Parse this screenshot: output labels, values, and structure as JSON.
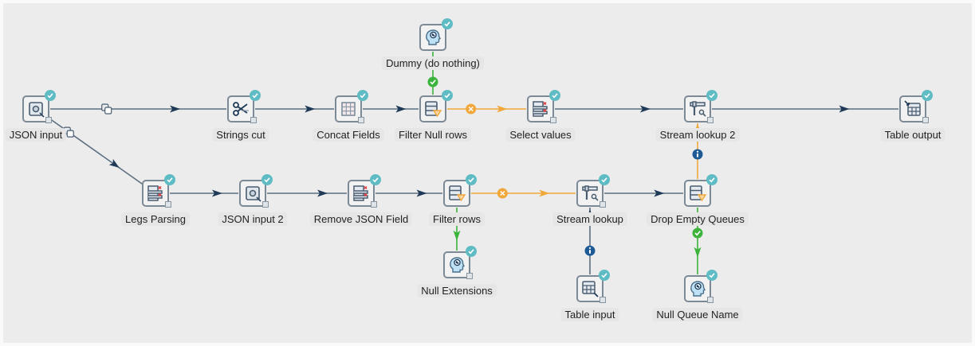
{
  "colors": {
    "canvas_bg": "#ececec",
    "hop_normal": "#5b6f80",
    "hop_arrow": "#1f3a56",
    "hop_error": "#f0a83a",
    "hop_true": "#3cb43c",
    "hop_info": "#1d5a96",
    "check_badge": "#5fbcc4",
    "icon_border": "#7d8a96"
  },
  "nodes": [
    {
      "id": "json_input",
      "label": "JSON input",
      "icon": "json-input-icon"
    },
    {
      "id": "strings_cut",
      "label": "Strings cut",
      "icon": "scissors-icon"
    },
    {
      "id": "concat_fields",
      "label": "Concat Fields",
      "icon": "grid-icon"
    },
    {
      "id": "filter_null_rows",
      "label": "Filter Null rows",
      "icon": "filter-rows-icon"
    },
    {
      "id": "select_values",
      "label": "Select values",
      "icon": "select-values-icon"
    },
    {
      "id": "stream_lookup_2",
      "label": "Stream lookup 2",
      "icon": "stream-lookup-icon"
    },
    {
      "id": "table_output",
      "label": "Table output",
      "icon": "table-output-icon"
    },
    {
      "id": "dummy",
      "label": "Dummy (do nothing)",
      "icon": "dummy-head-icon"
    },
    {
      "id": "legs_parsing",
      "label": "Legs Parsing",
      "icon": "select-values-icon"
    },
    {
      "id": "json_input_2",
      "label": "JSON input 2",
      "icon": "json-input-icon"
    },
    {
      "id": "remove_json_field",
      "label": "Remove JSON Field",
      "icon": "select-values-icon"
    },
    {
      "id": "filter_rows",
      "label": "Filter rows",
      "icon": "filter-rows-icon"
    },
    {
      "id": "stream_lookup",
      "label": "Stream lookup",
      "icon": "stream-lookup-icon"
    },
    {
      "id": "drop_empty_queues",
      "label": "Drop Empty Queues",
      "icon": "filter-rows-icon"
    },
    {
      "id": "null_extensions",
      "label": "Null Extensions",
      "icon": "dummy-head-icon"
    },
    {
      "id": "table_input",
      "label": "Table input",
      "icon": "table-input-icon"
    },
    {
      "id": "null_queue_name",
      "label": "Null Queue Name",
      "icon": "dummy-head-icon"
    }
  ],
  "hops": [
    {
      "from": "json_input",
      "to": "strings_cut",
      "type": "copy"
    },
    {
      "from": "json_input",
      "to": "legs_parsing",
      "type": "copy"
    },
    {
      "from": "strings_cut",
      "to": "concat_fields",
      "type": "normal"
    },
    {
      "from": "concat_fields",
      "to": "filter_null_rows",
      "type": "normal"
    },
    {
      "from": "filter_null_rows",
      "to": "dummy",
      "type": "true"
    },
    {
      "from": "filter_null_rows",
      "to": "select_values",
      "type": "false"
    },
    {
      "from": "select_values",
      "to": "stream_lookup_2",
      "type": "normal"
    },
    {
      "from": "stream_lookup_2",
      "to": "table_output",
      "type": "normal"
    },
    {
      "from": "legs_parsing",
      "to": "json_input_2",
      "type": "normal"
    },
    {
      "from": "json_input_2",
      "to": "remove_json_field",
      "type": "normal"
    },
    {
      "from": "remove_json_field",
      "to": "filter_rows",
      "type": "normal"
    },
    {
      "from": "filter_rows",
      "to": "null_extensions",
      "type": "true"
    },
    {
      "from": "filter_rows",
      "to": "stream_lookup",
      "type": "false"
    },
    {
      "from": "stream_lookup",
      "to": "drop_empty_queues",
      "type": "normal"
    },
    {
      "from": "table_input",
      "to": "stream_lookup",
      "type": "info"
    },
    {
      "from": "drop_empty_queues",
      "to": "stream_lookup_2",
      "type": "info-false"
    },
    {
      "from": "drop_empty_queues",
      "to": "null_queue_name",
      "type": "true"
    }
  ]
}
